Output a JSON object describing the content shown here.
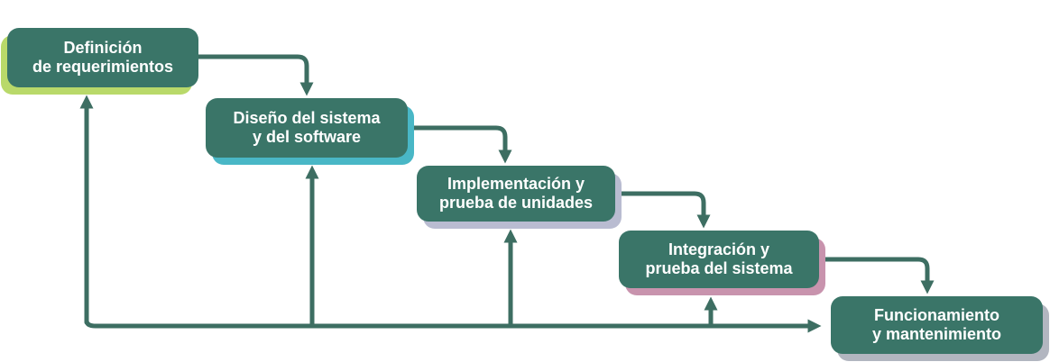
{
  "stages": [
    {
      "line1": "Definición",
      "line2": "de requerimientos",
      "shadow_color": "#b9d96a"
    },
    {
      "line1": "Diseño del sistema",
      "line2": "y del software",
      "shadow_color": "#49b7c6"
    },
    {
      "line1": "Implementación y",
      "line2": "prueba de unidades",
      "shadow_color": "#b9bcd1"
    },
    {
      "line1": "Integración y",
      "line2": "prueba del sistema",
      "shadow_color": "#c893ad"
    },
    {
      "line1": "Funcionamiento",
      "line2": "y mantenimiento",
      "shadow_color": "#b2b6c0"
    }
  ],
  "colors": {
    "box_fill": "#3a7568",
    "arrow": "#3d6e62",
    "text": "#ffffff",
    "background": "#ffffff"
  }
}
